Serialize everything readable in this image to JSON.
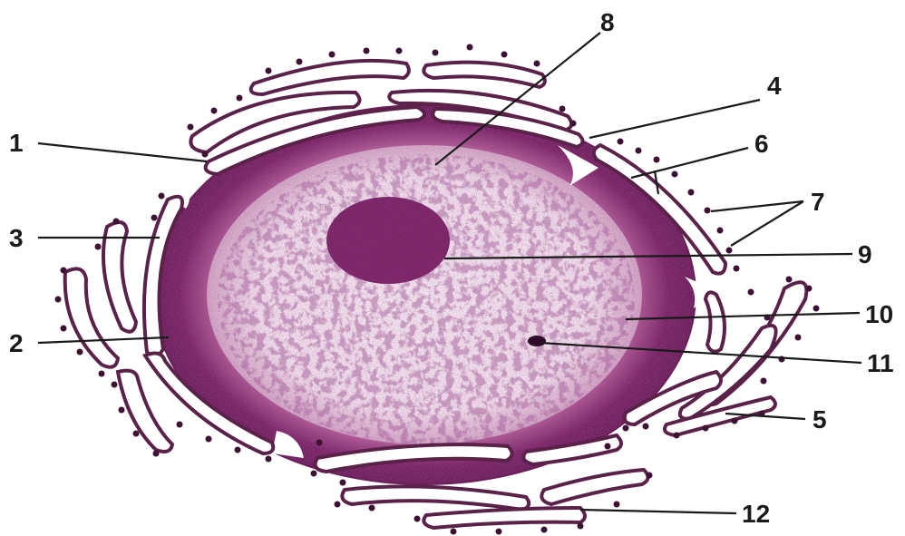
{
  "diagram": {
    "labels": [
      "1",
      "2",
      "3",
      "4",
      "5",
      "6",
      "7",
      "8",
      "9",
      "10",
      "11",
      "12"
    ]
  },
  "colors": {
    "nucleus": "#7f2a6b",
    "envelope_dark": "#6a1f5a",
    "nucleoplasm": "#f4e8f0",
    "chromatin": "#5e1d52",
    "nucleolus": "#7a2467",
    "er_outline": "#5a2149",
    "ribosome": "#3d1234",
    "label": "#1a1a1a"
  }
}
